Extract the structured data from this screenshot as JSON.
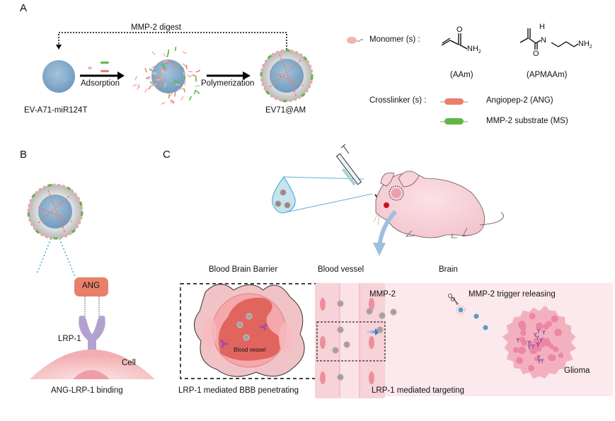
{
  "figure": {
    "panel_a": {
      "letter": "A",
      "loop_label": "MMP-2 digest",
      "step1_label": "Adsorption",
      "step2_label": "Polymerization",
      "start_label": "EV-A71-miR124T",
      "end_label": "EV71@AM",
      "legend": {
        "monomer_label": "Monomer (s) :",
        "monomer_1_name": "(AAm)",
        "monomer_2_name": "(APMAAm)",
        "crosslinker_label": "Crosslinker (s) :",
        "crosslinker_1_name": "Angiopep-2 (ANG)",
        "crosslinker_2_name": "MMP-2 substrate (MS)",
        "chem_O": "O",
        "chem_NH2": "NH",
        "chem_sub2": "2",
        "chem_H": "H",
        "chem_N": "N"
      }
    },
    "panel_b": {
      "letter": "B",
      "ligand_label": "ANG",
      "receptor_label": "LRP-1",
      "cell_label": "Cell",
      "caption": "ANG-LRP-1  binding"
    },
    "panel_c": {
      "letter": "C",
      "bbb_title": "Blood Brain Barrier",
      "vessel_title": "Blood vessel",
      "brain_title": "Brain",
      "vessel_inner_label": "Blood vessel",
      "bbb_caption": "LRP-1 mediated BBB penetrating",
      "targeting_caption": "LRP-1 mediated targeting",
      "mmp2_label": "MMP-2",
      "release_label": "MMP-2 trigger releasing",
      "glioma_label": "Glioma"
    }
  },
  "colors": {
    "ev_blue": "#7fa8c9",
    "ang_orange": "#e8806a",
    "ms_green": "#62b548",
    "monomer_pink": "#f2b3b3",
    "tissue_pink": "#f7dfe2",
    "vessel_red": "#e0655f",
    "receptor_purple": "#b3a2cf"
  }
}
